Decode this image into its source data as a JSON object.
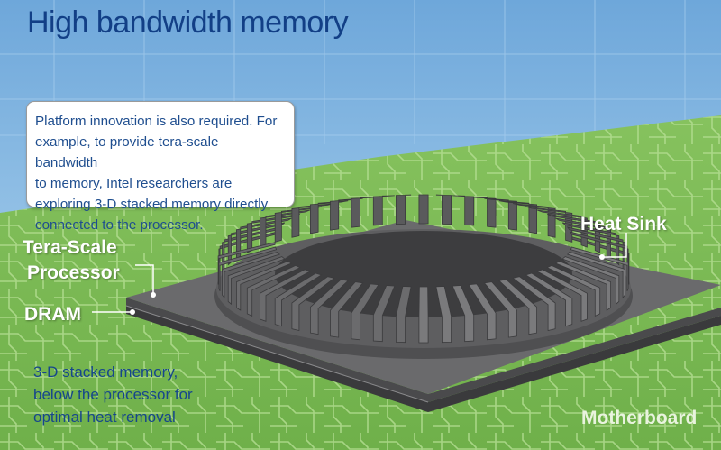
{
  "title": "High bandwidth memory",
  "callout": {
    "lines": [
      "Platform innovation is also required. For",
      "example, to provide tera-scale bandwidth",
      "to memory, Intel researchers are",
      "exploring 3-D stacked memory directly",
      "connected to the processor."
    ]
  },
  "labels": {
    "heat_sink": "Heat Sink",
    "processor_line1": "Tera-Scale",
    "processor_line2": "Processor",
    "dram": "DRAM",
    "motherboard": "Motherboard"
  },
  "note": {
    "lines": [
      "3-D stacked memory,",
      "below the processor for",
      "optimal heat removal"
    ]
  },
  "colors": {
    "sky": "#8fc0e6",
    "board_green": "#7fbf57",
    "title_blue": "#123f86",
    "chip_gray": "#5c5c5e"
  }
}
